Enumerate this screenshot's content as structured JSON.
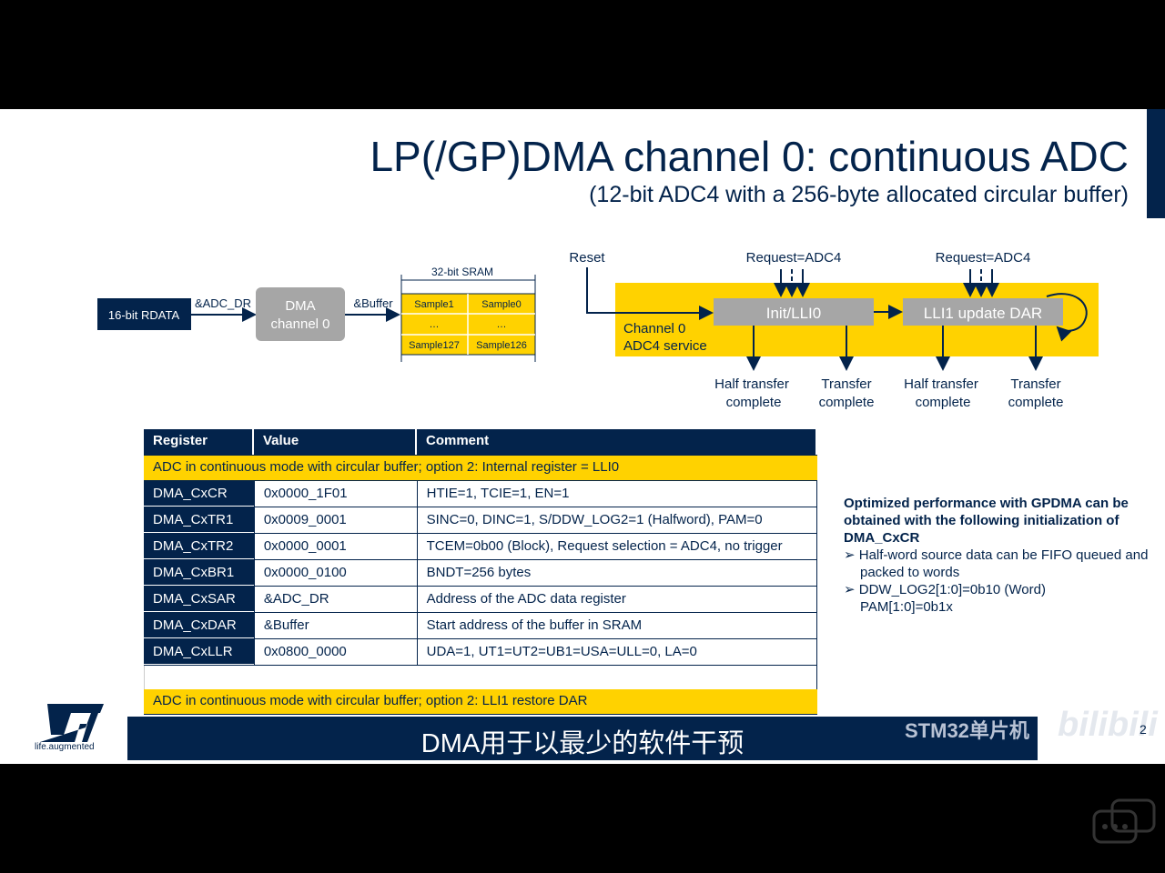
{
  "slide": {
    "title": "LP(/GP)DMA channel 0: continuous ADC",
    "subtitle": "(12-bit ADC4 with a 256-byte allocated circular buffer)",
    "logo_tagline": "life.augmented",
    "page_number": "2"
  },
  "diagram_left": {
    "rdata": "16-bit RDATA",
    "adc_dr": "&ADC_DR",
    "dma_line1": "DMA",
    "dma_line2": "channel 0",
    "buffer": "&Buffer",
    "sram_label": "32-bit SRAM",
    "cells": [
      "Sample1",
      "Sample0",
      "…",
      "…",
      "Sample127",
      "Sample126"
    ]
  },
  "diagram_right": {
    "reset": "Reset",
    "request1": "Request=ADC4",
    "request2": "Request=ADC4",
    "service_line1": "Channel 0",
    "service_line2": "ADC4 service",
    "box1": "Init/LLI0",
    "box2": "LLI1 update DAR",
    "out1": [
      "Half transfer",
      "complete"
    ],
    "out2": [
      "Transfer",
      "complete"
    ],
    "out3": [
      "Half transfer",
      "complete"
    ],
    "out4": [
      "Transfer",
      "complete"
    ]
  },
  "table": {
    "headers": [
      "Register",
      "Value",
      "Comment"
    ],
    "option_header": "ADC in continuous mode with circular buffer; option 2: Internal register = LLI0",
    "rows": [
      {
        "reg": "DMA_CxCR",
        "value": "0x0000_1F01",
        "comment": "HTIE=1, TCIE=1, EN=1"
      },
      {
        "reg": "DMA_CxTR1",
        "value": "0x0009_0001",
        "comment": "SINC=0, DINC=1, S/DDW_LOG2=1 (Halfword), PAM=0"
      },
      {
        "reg": "DMA_CxTR2",
        "value": "0x0000_0001",
        "comment": "TCEM=0b00 (Block), Request selection = ADC4, no trigger"
      },
      {
        "reg": "DMA_CxBR1",
        "value": "0x0000_0100",
        "comment": "BNDT=256 bytes"
      },
      {
        "reg": "DMA_CxSAR",
        "value": "&ADC_DR",
        "comment": "Address of the ADC data register"
      },
      {
        "reg": "DMA_CxDAR",
        "value": "&Buffer",
        "comment": "Start address of the buffer in SRAM"
      },
      {
        "reg": "DMA_CxLLR",
        "value": "0x0800_0000",
        "comment": "UDA=1, UT1=UT2=UB1=USA=ULL=0, LA=0"
      }
    ],
    "option2_header": "ADC in continuous mode with circular buffer; option 2: LLI1 restore DAR"
  },
  "side_note": {
    "heading": "Optimized performance with GPDMA can be obtained with the following initialization of  DMA_CxCR",
    "bullet1": "Half-word source data can be FIFO queued and packed to words",
    "bullet2_line1": "DDW_LOG2[1:0]=0b10 (Word)",
    "bullet2_line2": "PAM[1:0]=0b1x"
  },
  "overlay": {
    "caption": "DMA用于以最少的软件干预",
    "channel_name": "STM32单片机",
    "watermark": "bilibili"
  },
  "colors": {
    "st_navy": "#03234b",
    "st_yellow": "#ffd200",
    "st_gray": "#a6a6a6"
  }
}
